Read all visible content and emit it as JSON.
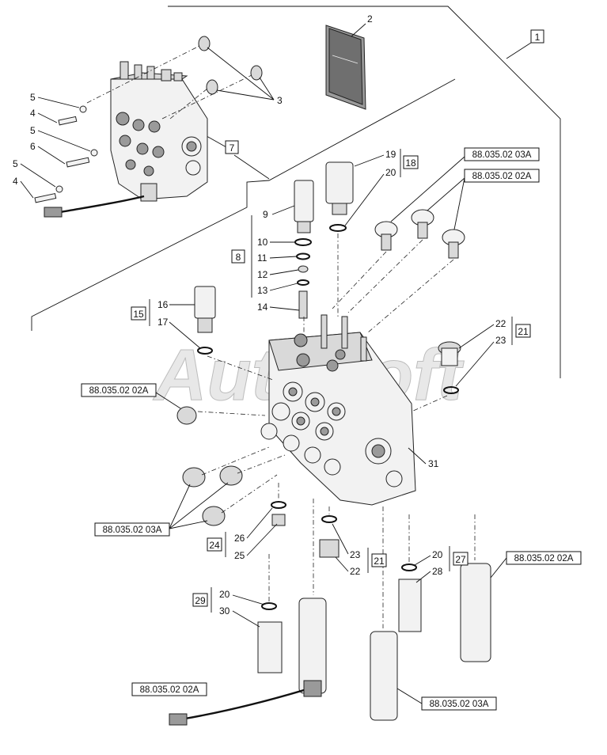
{
  "watermark": "AutoSoft",
  "callouts": {
    "c1": "1",
    "c2": "2",
    "c3": "3",
    "c4a": "4",
    "c4b": "4",
    "c5a": "5",
    "c5b": "5",
    "c5c": "5",
    "c6": "6",
    "c7": "7",
    "c8": "8",
    "c9": "9",
    "c10": "10",
    "c11": "11",
    "c12": "12",
    "c13": "13",
    "c14": "14",
    "c15": "15",
    "c16": "16",
    "c17": "17",
    "c18": "18",
    "c19": "19",
    "c20a": "20",
    "c20b": "20",
    "c20c": "20",
    "c21a": "21",
    "c21b": "21",
    "c22a": "22",
    "c22b": "22",
    "c23a": "23",
    "c23b": "23",
    "c24": "24",
    "c25": "25",
    "c26": "26",
    "c27": "27",
    "c28": "28",
    "c29": "29",
    "c30": "30",
    "c31": "31"
  },
  "references": {
    "r1": "88.035.02 03A",
    "r2": "88.035.02 02A",
    "r3": "88.035.02 02A",
    "r4": "88.035.02 03A",
    "r5": "88.035.02 02A",
    "r6": "88.035.02 02A",
    "r7": "88.035.02 03A"
  }
}
